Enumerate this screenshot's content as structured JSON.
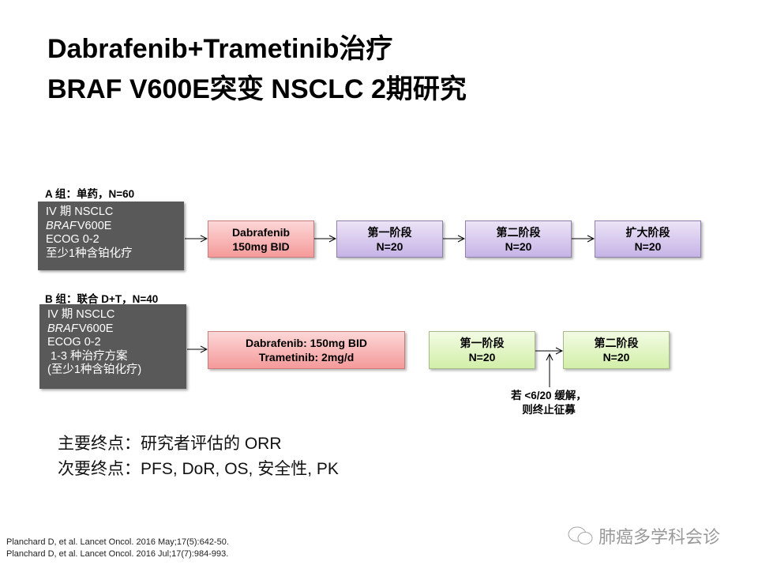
{
  "title": {
    "line1": "Dabrafenib+Trametinib治疗",
    "line2": "BRAF V600E突变 NSCLC 2期研究"
  },
  "groupA": {
    "label": "A 组：单药，N=60",
    "criteria": [
      "IV 期 NSCLC",
      "BRAF",
      "V600E",
      "ECOG 0-2",
      "至少1种含铂化疗"
    ],
    "treatment": [
      "Dabrafenib",
      "150mg BID"
    ],
    "stages": [
      {
        "name": "第一阶段",
        "n": "N=20"
      },
      {
        "name": "第二阶段",
        "n": "N=20"
      },
      {
        "name": "扩大阶段",
        "n": "N=20"
      }
    ]
  },
  "groupB": {
    "label": "B 组：联合 D+T，N=40",
    "criteria": [
      "IV 期 NSCLC",
      "BRAF",
      "V600E",
      "ECOG 0-2",
      " 1-3 种治疗方案",
      "(至少1种含铂化疗)"
    ],
    "treatment": [
      "Dabrafenib: 150mg BID",
      "Trametinib: 2mg/d"
    ],
    "stages": [
      {
        "name": "第一阶段",
        "n": "N=20"
      },
      {
        "name": "第二阶段",
        "n": "N=20"
      }
    ],
    "note": [
      "若 <6/20 缓解，",
      "则终止征募"
    ]
  },
  "endpoints": {
    "primary": "主要终点：研究者评估的 ORR",
    "secondary": "次要终点：PFS, DoR, OS, 安全性, PK"
  },
  "references": [
    "Planchard D, et al. Lancet Oncol. 2016 May;17(5):642-50.",
    "Planchard D, et al. Lancet Oncol. 2016 Jul;17(7):984-993."
  ],
  "watermark": "肺癌多学科会诊"
}
